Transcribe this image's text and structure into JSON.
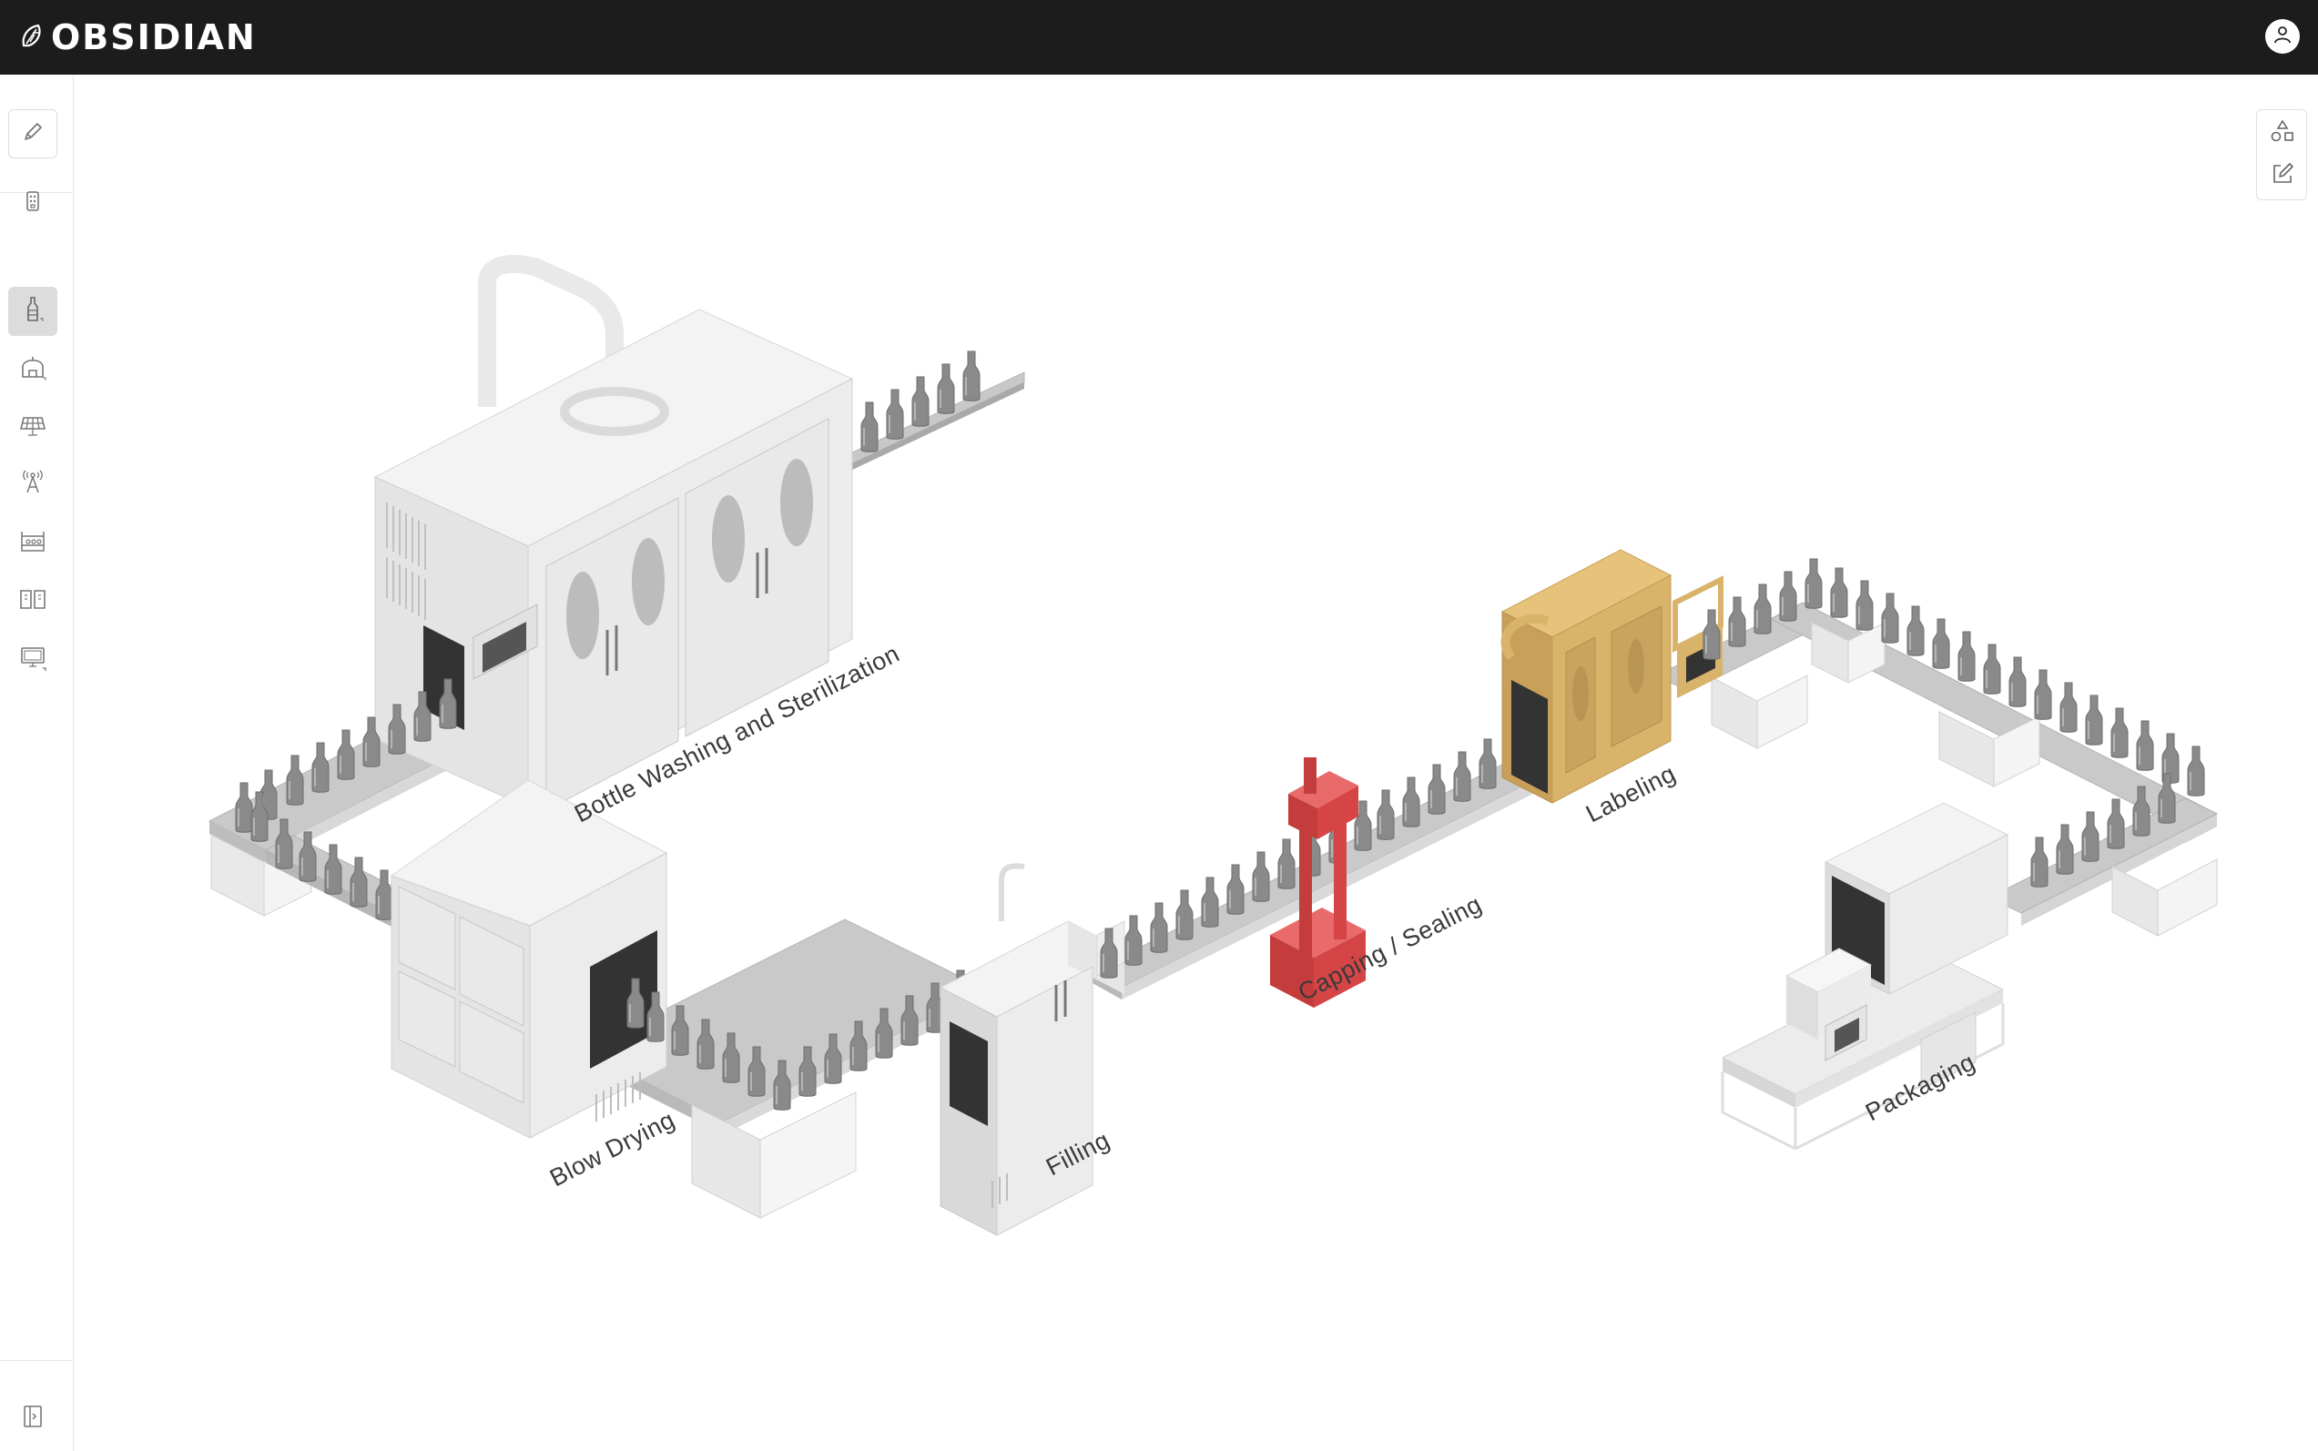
{
  "header": {
    "brand": "OBSIDIAN",
    "logo_icon": "obsidian-leaf-logo",
    "user_icon": "user-icon"
  },
  "sidebar": {
    "top_button_icon": "pencil-icon",
    "items": [
      {
        "icon": "remote-control-icon",
        "active": false
      },
      {
        "icon": "bottle-icon",
        "active": true
      },
      {
        "icon": "facility-icon",
        "active": false
      },
      {
        "icon": "solar-panel-icon",
        "active": false
      },
      {
        "icon": "antenna-tower-icon",
        "active": false
      },
      {
        "icon": "factory-line-icon",
        "active": false
      },
      {
        "icon": "book-open-icon",
        "active": false
      },
      {
        "icon": "monitor-icon",
        "active": false
      }
    ],
    "collapse_icon": "sidebar-expand-icon"
  },
  "toolbar": {
    "tools": [
      {
        "icon": "shapes-icon"
      },
      {
        "icon": "edit-icon"
      }
    ]
  },
  "scene": {
    "stages": [
      {
        "label": "Bottle Washing and Sterilization",
        "color": "#e6e6e6"
      },
      {
        "label": "Blow Drying",
        "color": "#e6e6e6"
      },
      {
        "label": "Filling",
        "color": "#e6e6e6"
      },
      {
        "label": "Capping / Sealing",
        "color": "#d64545"
      },
      {
        "label": "Labeling",
        "color": "#d9b36a"
      },
      {
        "label": "Packaging",
        "color": "#e6e6e6"
      }
    ]
  },
  "colors": {
    "topbar": "#1c1c1c",
    "highlight_red": "#d64545",
    "highlight_gold": "#d9b36a",
    "machine_gray": "#e6e6e6",
    "conveyor_gray": "#c8c8c8"
  }
}
